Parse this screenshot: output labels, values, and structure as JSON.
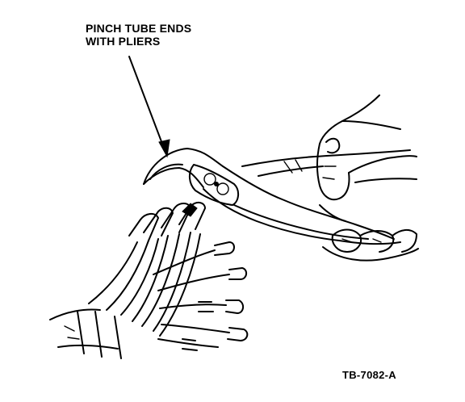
{
  "callout": {
    "line1": "PINCH TUBE ENDS",
    "line2": "WITH PLIERS"
  },
  "figure_id": "TB-7082-A",
  "colors": {
    "ink": "#000000",
    "background": "#ffffff"
  }
}
